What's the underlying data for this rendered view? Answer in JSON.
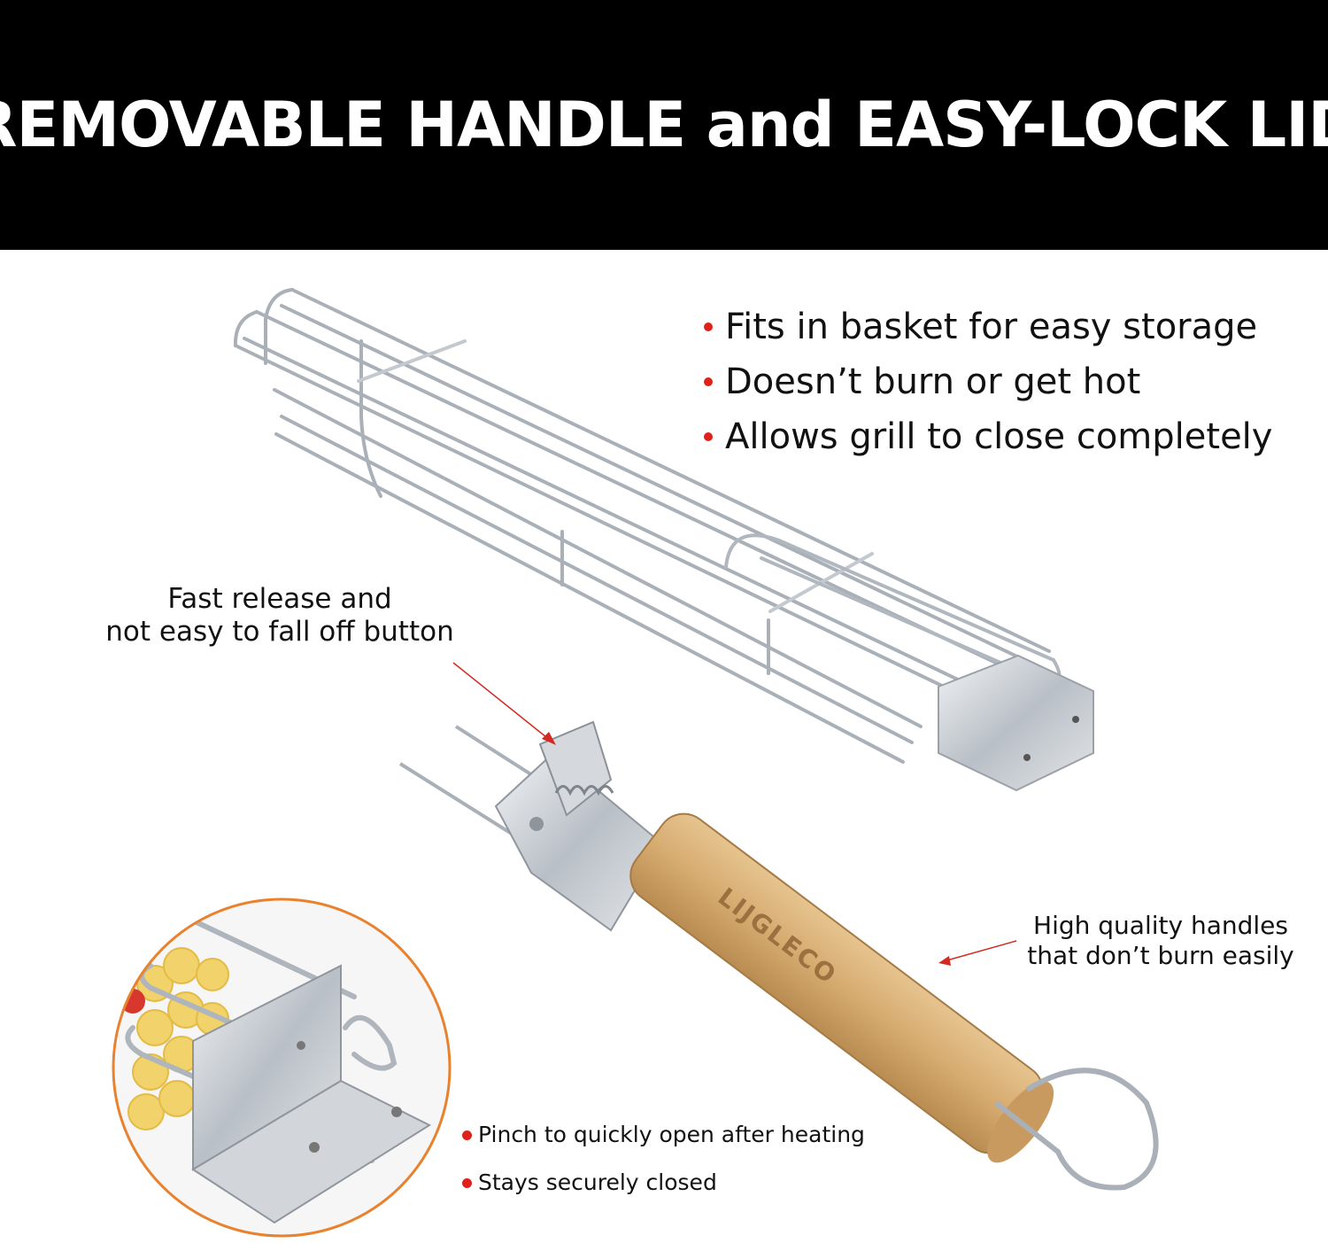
{
  "banner": {
    "title": "REMOVABLE HANDLE and EASY-LOCK LID"
  },
  "features": [
    "Fits in basket for easy storage",
    "Doesn’t burn or get hot",
    "Allows grill to close completely"
  ],
  "callouts": {
    "release_line1": "Fast release and",
    "release_line2": "not easy to fall off button",
    "handle_line1": "High quality handles",
    "handle_line2": "that don’t burn easily"
  },
  "lock_features": [
    "Pinch to quickly open after heating",
    "Stays securely closed"
  ],
  "brand_engraving": "LIJGLECO",
  "colors": {
    "banner_bg": "#000000",
    "bullet_red": "#e0211b",
    "circle_orange": "#e8822e",
    "wood": "#d9b27c",
    "steel": "#b9bfc6"
  }
}
